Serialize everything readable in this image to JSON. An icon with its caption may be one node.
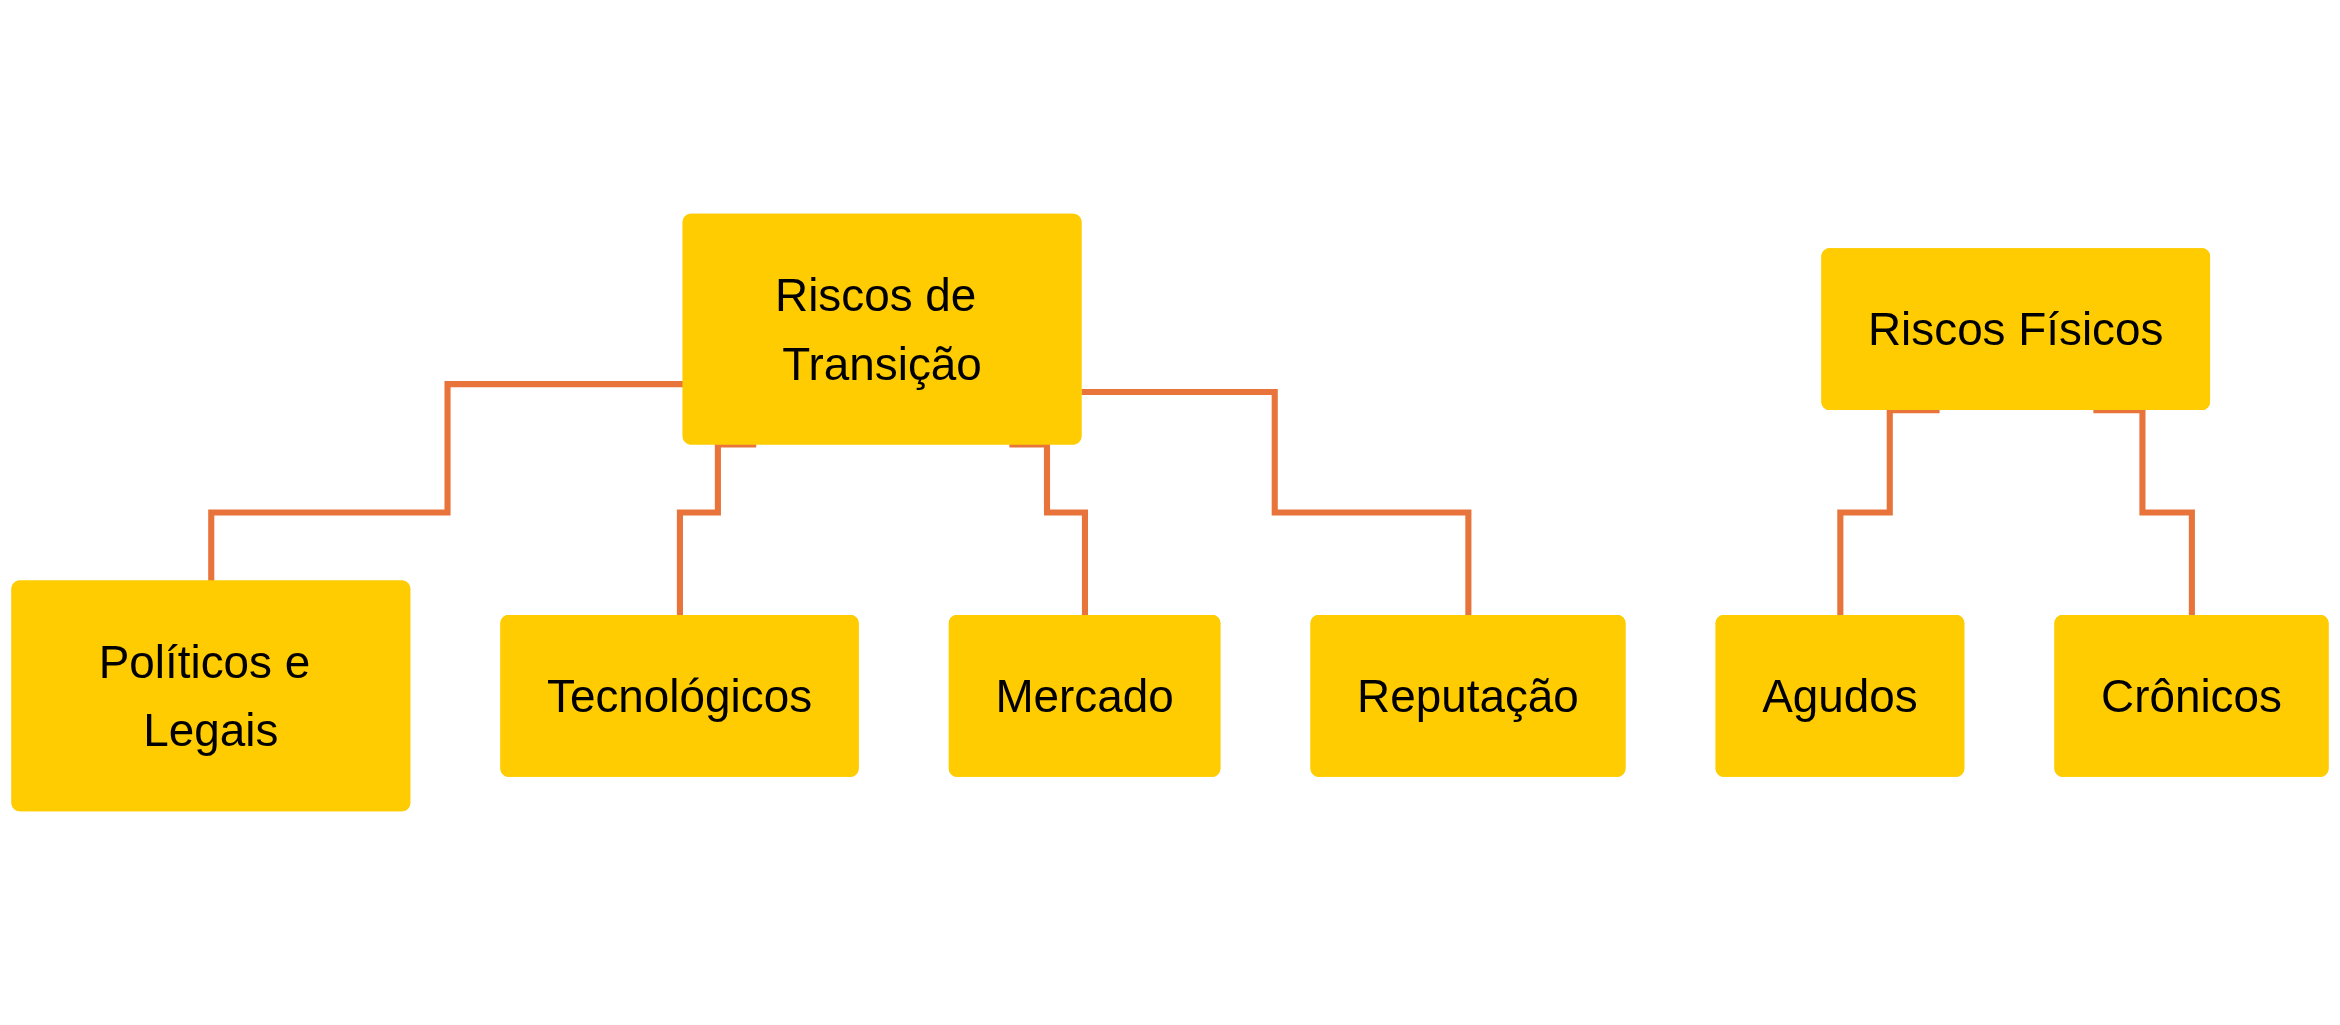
{
  "diagram": {
    "nodes": [
      {
        "text": [
          "Riscos de Transição"
        ]
      },
      {
        "text": [
          "Políticos e Legais"
        ]
      },
      {
        "text": [
          "Tecnológicos"
        ]
      },
      {
        "text": [
          "Mercado"
        ]
      },
      {
        "text": [
          "Reputação"
        ]
      },
      {
        "text": [
          "Riscos Físicos"
        ]
      },
      {
        "text": [
          "Agudos"
        ]
      },
      {
        "text": [
          "Crônicos"
        ]
      }
    ],
    "edges": [
      {
        "from": 0,
        "to": 1,
        "arrow": "none"
      },
      {
        "from": 0,
        "to": 2,
        "arrow": "none"
      },
      {
        "from": 0,
        "to": 3,
        "arrow": "none"
      },
      {
        "from": 0,
        "to": 4,
        "arrow": "none"
      },
      {
        "from": 5,
        "to": 6,
        "arrow": "none"
      },
      {
        "from": 5,
        "to": 7,
        "arrow": "none"
      }
    ]
  }
}
